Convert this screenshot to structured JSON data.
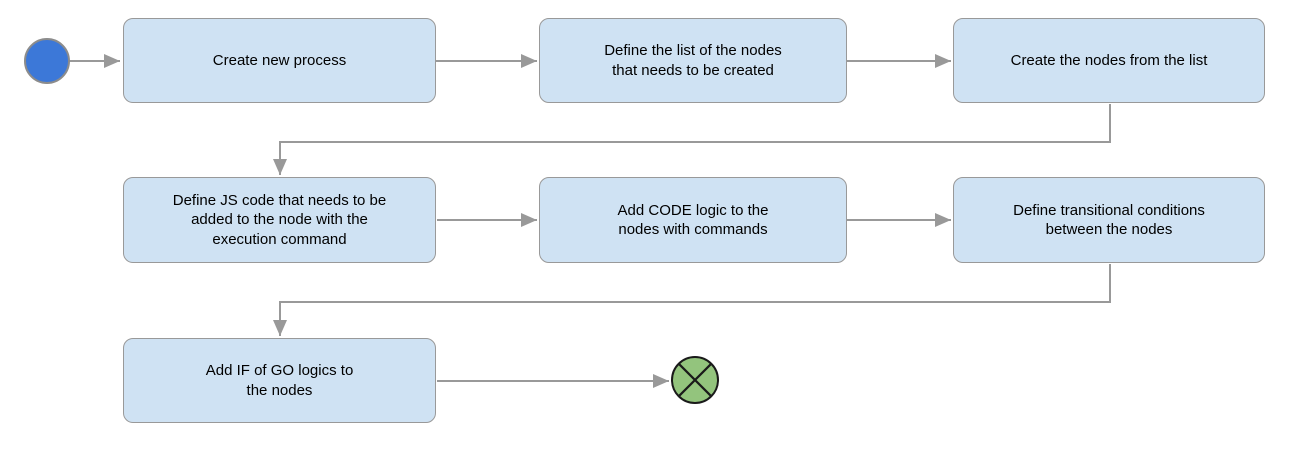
{
  "diagram": {
    "type": "flowchart",
    "background_color": "#ffffff",
    "node_fill_color": "#cfe2f3",
    "node_border_color": "#999999",
    "connector_color": "#999999",
    "start_node": {
      "shape": "filled-circle",
      "fill": "#3c78d8",
      "border": "#8c8c8c"
    },
    "end_node": {
      "shape": "circle-with-x",
      "fill": "#93c47d",
      "border": "#1a1a1a"
    },
    "steps": [
      {
        "id": "step-1",
        "label": "Create new process"
      },
      {
        "id": "step-2",
        "label": "Define the list of the nodes\nthat needs to be created"
      },
      {
        "id": "step-3",
        "label": "Create the nodes from the list"
      },
      {
        "id": "step-4",
        "label": "Define JS code that needs to be\nadded to the node with the\nexecution command"
      },
      {
        "id": "step-5",
        "label": "Add CODE logic to the\nnodes with commands"
      },
      {
        "id": "step-6",
        "label": "Define transitional conditions\nbetween the nodes"
      },
      {
        "id": "step-7",
        "label": "Add IF of GO logics to\nthe nodes"
      }
    ],
    "edges": [
      {
        "from": "start",
        "to": "step-1"
      },
      {
        "from": "step-1",
        "to": "step-2"
      },
      {
        "from": "step-2",
        "to": "step-3"
      },
      {
        "from": "step-3",
        "to": "step-4"
      },
      {
        "from": "step-4",
        "to": "step-5"
      },
      {
        "from": "step-5",
        "to": "step-6"
      },
      {
        "from": "step-6",
        "to": "step-7"
      },
      {
        "from": "step-7",
        "to": "end"
      }
    ]
  }
}
